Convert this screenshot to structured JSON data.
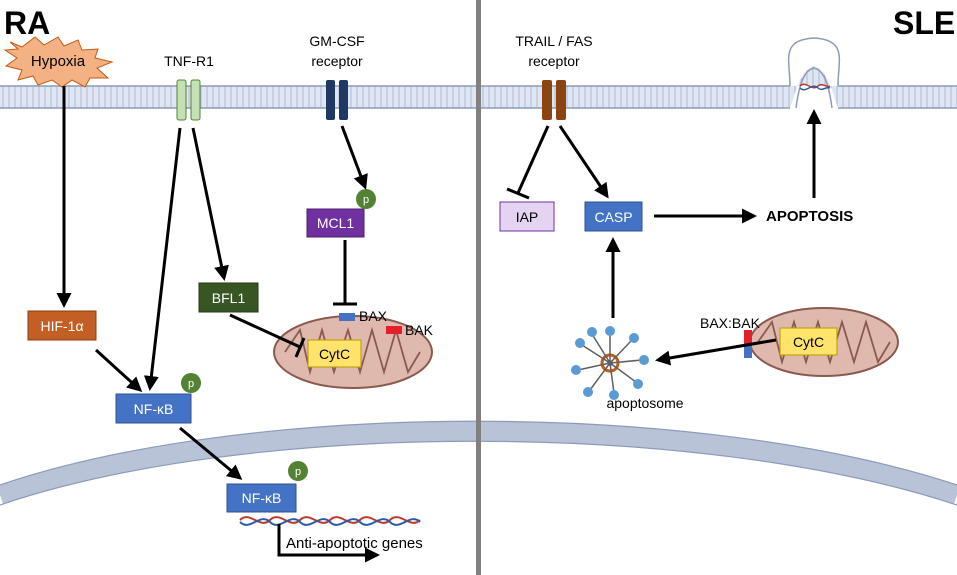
{
  "panels": {
    "left": "RA",
    "right": "SLE"
  },
  "ra": {
    "hypoxia": "Hypoxia",
    "tnfr1": "TNF-R1",
    "gmcsf_line1": "GM-CSF",
    "gmcsf_line2": "receptor",
    "mcl1": "MCL1",
    "bfl1": "BFL1",
    "hif": "HIF-1α",
    "nfkb": "NF-κB",
    "nfkb_nucleus": "NF-κB",
    "bax": "BAX",
    "bak": "BAK",
    "cytc": "CytC",
    "phospho": "p",
    "anti_apoptotic": "Anti-apoptotic genes"
  },
  "sle": {
    "trail_line1": "TRAIL / FAS",
    "trail_line2": "receptor",
    "iap": "IAP",
    "casp": "CASP",
    "apoptosis": "APOPTOSIS",
    "baxbak": "BAX:BAK",
    "cytc": "CytC",
    "apoptosome": "apoptosome"
  },
  "colors": {
    "membrane": "#c9d3e8",
    "membrane_edge": "#8c9cb8",
    "hif": "#c35f24",
    "nfkb": "#4472c4",
    "mcl1": "#7030a0",
    "bfl1": "#375623",
    "tnfr1": "#c5e0b4",
    "gmcsf": "#1f3864",
    "trail": "#8b4513",
    "iap": "#e4d3f1",
    "casp": "#4472c4",
    "phospho": "#548235",
    "mito": "#dfb9ae",
    "mito_edge": "#8a5a50",
    "cytc": "#ffe36b",
    "bax": "#4472c4",
    "bak": "#e3202a",
    "hypoxia": "#f4b183"
  }
}
